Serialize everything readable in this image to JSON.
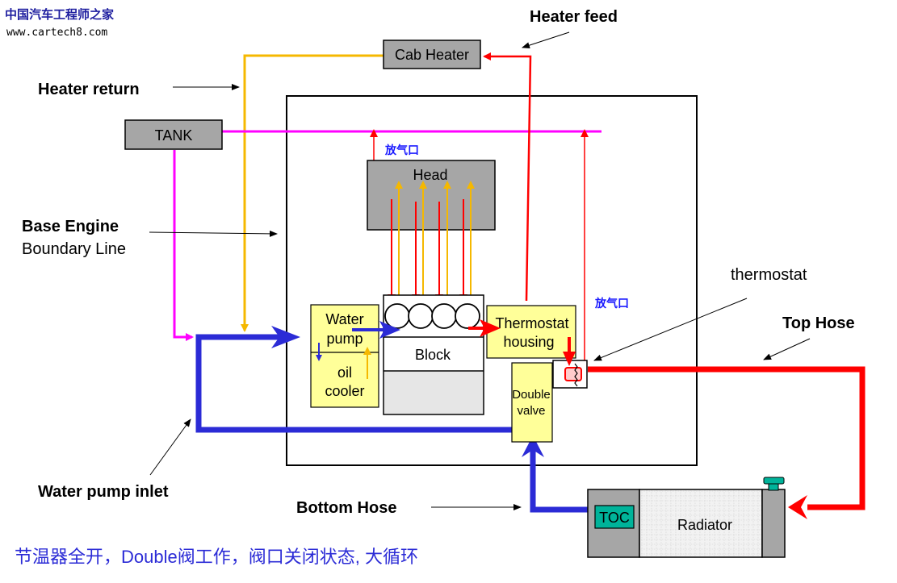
{
  "watermark": {
    "site_cn": "中国汽车工程师之家",
    "site_url": "www.cartech8.com"
  },
  "labels": {
    "heater_feed": "Heater feed",
    "heater_return": "Heater return",
    "base_engine_line1": "Base Engine",
    "base_engine_line2": "Boundary Line",
    "thermostat": "thermostat",
    "top_hose": "Top Hose",
    "water_pump_inlet": "Water pump  inlet",
    "bottom_hose": "Bottom Hose",
    "bleed_1": "放气口",
    "bleed_2": "放气口"
  },
  "components": {
    "cab_heater": "Cab Heater",
    "tank": "TANK",
    "head": "Head",
    "block": "Block",
    "water_pump_line1": "Water",
    "water_pump_line2": "pump",
    "oil_cooler_line1": "oil",
    "oil_cooler_line2": "cooler",
    "thermostat_housing_line1": "Thermostat",
    "thermostat_housing_line2": "housing",
    "double_valve_line1": "Double",
    "double_valve_line2": "valve",
    "toc": "TOC",
    "radiator": "Radiator"
  },
  "caption": "节温器全开，Double阀工作，阀口关闭状态, 大循环",
  "colors": {
    "red": "#ff0000",
    "blue": "#2b2bd6",
    "magenta": "#ff00ff",
    "orange": "#f5b800",
    "grey_box": "#a6a6a6",
    "yellow_box": "#ffff99",
    "teal": "#00b39a",
    "caption_blue": "#2b2bd6"
  }
}
